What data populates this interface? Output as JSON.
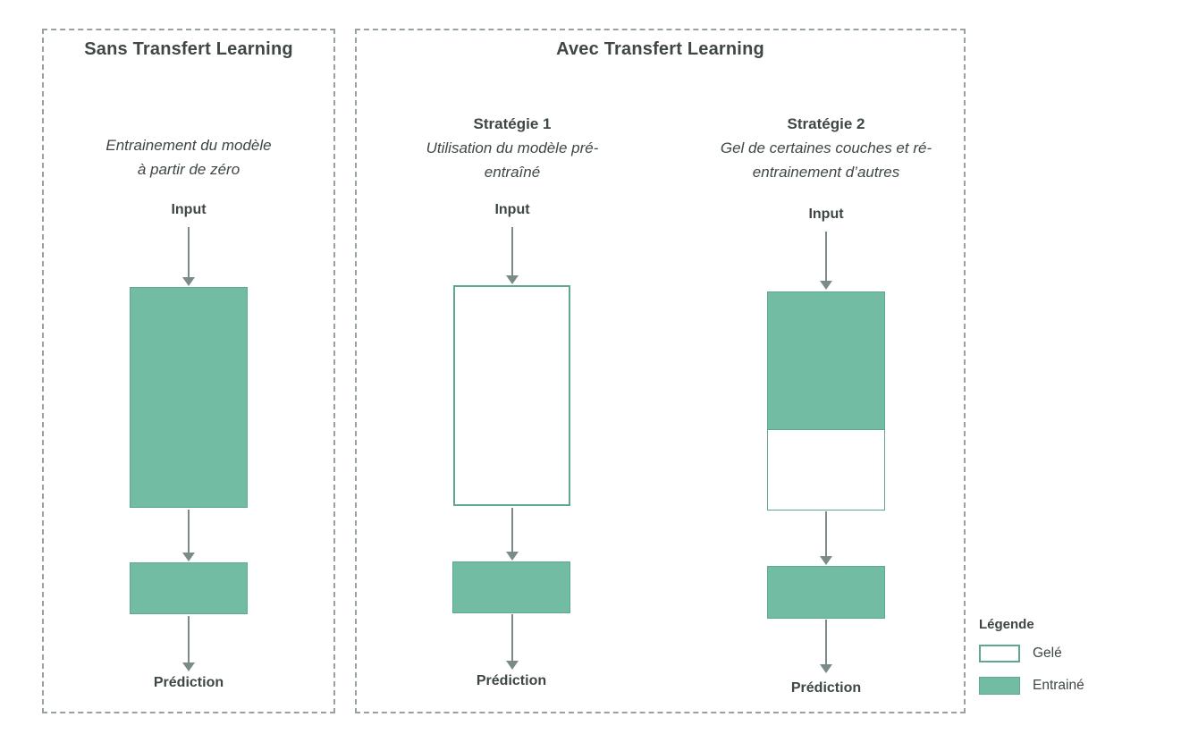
{
  "colors": {
    "trained_fill": "#72BCA3",
    "frozen_fill": "#FFFFFF",
    "shape_border": "#5FA88E",
    "panel_border": "#98A1A1",
    "arrow": "#7C8A8A",
    "text": "#3E4746"
  },
  "left_panel": {
    "title": "Sans Transfert Learning",
    "subtitle_line1": "Entrainement du modèle",
    "subtitle_line2": "à partir de zéro",
    "input_label": "Input",
    "prediction_label": "Prédiction"
  },
  "right_panel": {
    "title": "Avec Transfert Learning",
    "strategies": [
      {
        "title": "Stratégie 1",
        "subtitle_line1": "Utilisation du modèle pré-",
        "subtitle_line2": "entraîné",
        "input_label": "Input",
        "prediction_label": "Prédiction"
      },
      {
        "title": "Stratégie 2",
        "subtitle_line1": "Gel de certaines couches et ré-",
        "subtitle_line2": "entrainement d’autres",
        "input_label": "Input",
        "prediction_label": "Prédiction"
      }
    ]
  },
  "legend": {
    "title": "Légende",
    "items": [
      {
        "label": "Gelé",
        "state": "frozen"
      },
      {
        "label": "Entrainé",
        "state": "trained"
      }
    ]
  }
}
